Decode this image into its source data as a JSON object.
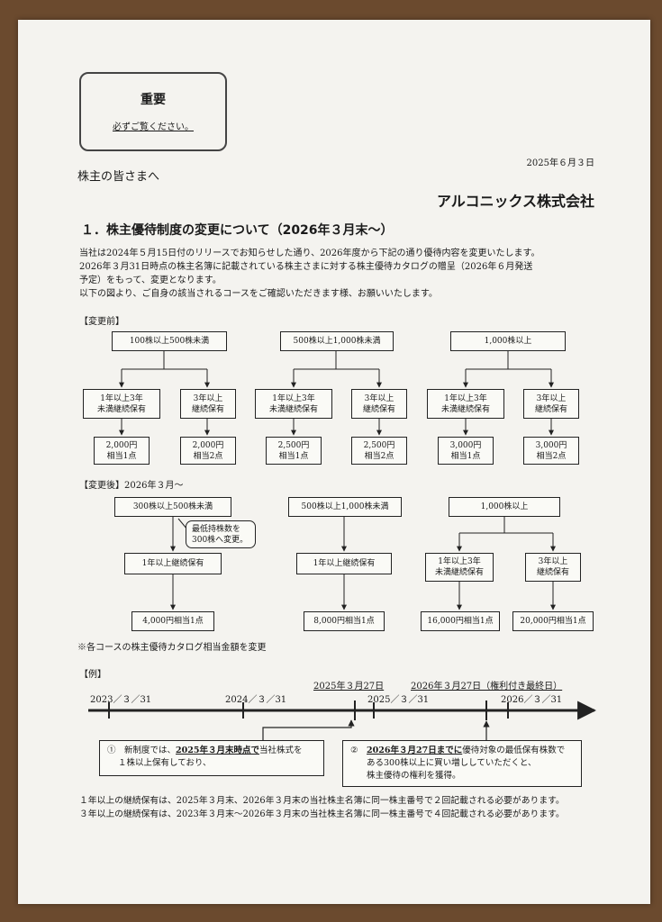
{
  "notice": {
    "title": "重要",
    "subtitle": "必ずご覧ください。"
  },
  "date": "2025年６月３日",
  "salutation": "株主の皆さまへ",
  "company": "アルコニックス株式会社",
  "section_title": "１．株主優待制度の変更について（2026年３月末～）",
  "intro": {
    "line1": "当社は2024年５月15日付のリリースでお知らせした通り、2026年度から下記の通り優待内容を変更いたします。",
    "line2": "2026年３月31日時点の株主名簿に記載されている株主さまに対する株主優待カタログの贈呈（2026年６月発送",
    "line3": "予定）をもって、変更となります。",
    "line4": "以下の図より、ご自身の該当されるコースをご確認いただきます様、お願いいたします。"
  },
  "before": {
    "label": "【変更前】",
    "groups": [
      {
        "range": "100株以上500株未満",
        "left_hold": "1年以上3年\n未満継続保有",
        "right_hold": "3年以上\n継続保有",
        "left_value": "2,000円\n相当1点",
        "right_value": "2,000円\n相当2点"
      },
      {
        "range": "500株以上1,000株未満",
        "left_hold": "1年以上3年\n未満継続保有",
        "right_hold": "3年以上\n継続保有",
        "left_value": "2,500円\n相当1点",
        "right_value": "2,500円\n相当2点"
      },
      {
        "range": "1,000株以上",
        "left_hold": "1年以上3年\n未満継続保有",
        "right_hold": "3年以上\n継続保有",
        "left_value": "3,000円\n相当1点",
        "right_value": "3,000円\n相当2点"
      }
    ]
  },
  "after": {
    "label": "【変更後】",
    "label_date": "2026年３月～",
    "callout": "最低持株数を\n300株へ変更。",
    "group1": {
      "range": "300株以上500株未満",
      "hold": "1年以上継続保有",
      "value": "4,000円相当1点"
    },
    "group2": {
      "range": "500株以上1,000株未満",
      "hold": "1年以上継続保有",
      "value": "8,000円相当1点"
    },
    "group3": {
      "range": "1,000株以上",
      "left_hold": "1年以上3年\n未満継続保有",
      "right_hold": "3年以上\n継続保有",
      "left_value": "16,000円相当1点",
      "right_value": "20,000円相当1点"
    }
  },
  "note": "※各コースの株主優待カタログ相当金額を変更",
  "example": {
    "label": "【例】",
    "dates": {
      "d2023": "2023／３／31",
      "d2024": "2024／３／31",
      "d2025a": "2025年３月27日",
      "d2025b": "2025／３／31",
      "d2026a": "2026年３月27日（権利付き最終日）",
      "d2026b": "2026／３／31"
    },
    "box1": {
      "num": "①",
      "pre": "新制度では、",
      "bold": "2025年３月末時点で",
      "post": "当社株式を",
      "line2": "１株以上保有しており、"
    },
    "box2": {
      "num": "②",
      "bold": "2026年３月27日までに",
      "post": "優待対象の最低保有株数で",
      "line2": "ある300株以上に買い増ししていただくと、",
      "line3": "株主優待の権利を獲得。"
    }
  },
  "footer": {
    "line1": "１年以上の継続保有は、2025年３月末、2026年３月末の当社株主名簿に同一株主番号で２回記載される必要があります。",
    "line2": "３年以上の継続保有は、2023年３月末～2026年３月末の当社株主名簿に同一株主番号で４回記載される必要があります。"
  }
}
